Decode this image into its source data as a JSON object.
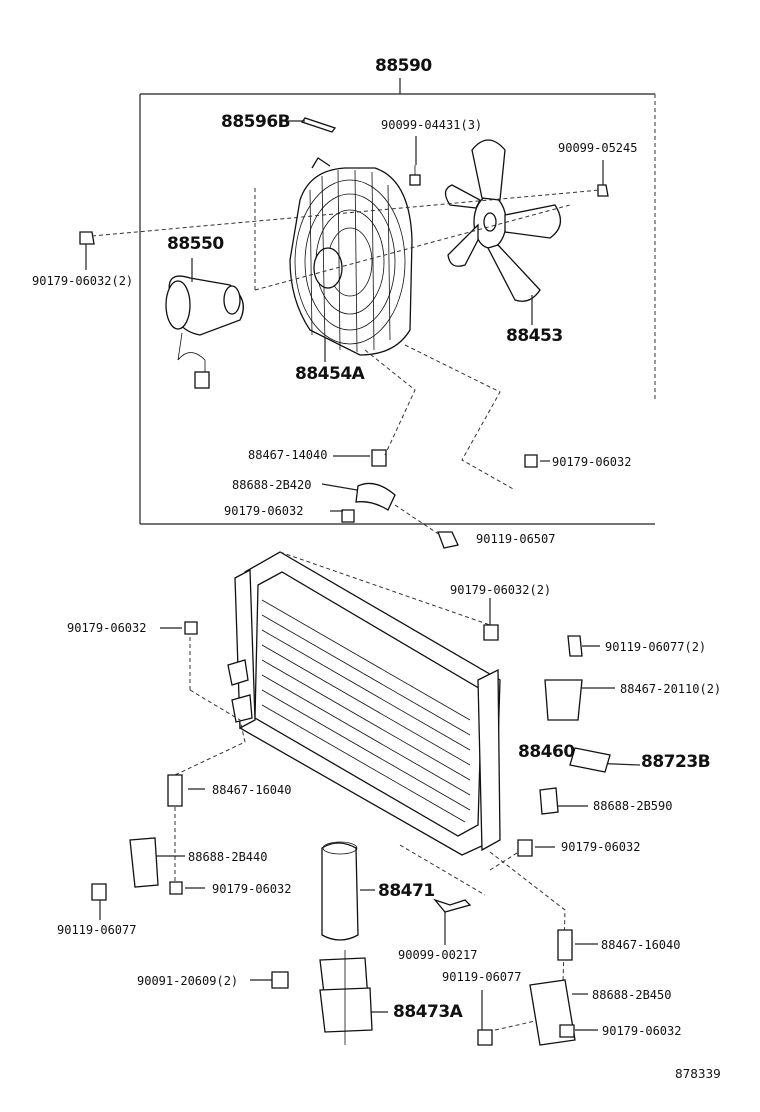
{
  "diagram": {
    "assembly_label": "88590",
    "reference_number": "878339",
    "parts": {
      "p88596B": "88596B",
      "p90099_04431": "90099-04431(3)",
      "p90099_05245": "90099-05245",
      "p90179_06032_2_top": "90179-06032(2)",
      "p88550": "88550",
      "p88453": "88453",
      "p88454A": "88454A",
      "p88467_14040": "88467-14040",
      "p90179_06032_a": "90179-06032",
      "p88688_2B420": "88688-2B420",
      "p90179_06032_b": "90179-06032",
      "p90119_06507": "90119-06507",
      "p90179_06032_2_mid": "90179-06032(2)",
      "p90179_06032_c": "90179-06032",
      "p90119_06077_2": "90119-06077(2)",
      "p88467_20110_2": "88467-20110(2)",
      "p88460": "88460",
      "p88723B": "88723B",
      "p88467_16040_a": "88467-16040",
      "p88688_2B590": "88688-2B590",
      "p90179_06032_d": "90179-06032",
      "p88688_2B440": "88688-2B440",
      "p90179_06032_e": "90179-06032",
      "p88471": "88471",
      "p90119_06077_a": "90119-06077",
      "p90099_00217": "90099-00217",
      "p88467_16040_b": "88467-16040",
      "p90091_20609_2": "90091-20609(2)",
      "p90119_06077_b": "90119-06077",
      "p88688_2B450": "88688-2B450",
      "p88473A": "88473A",
      "p90179_06032_f": "90179-06032"
    }
  }
}
